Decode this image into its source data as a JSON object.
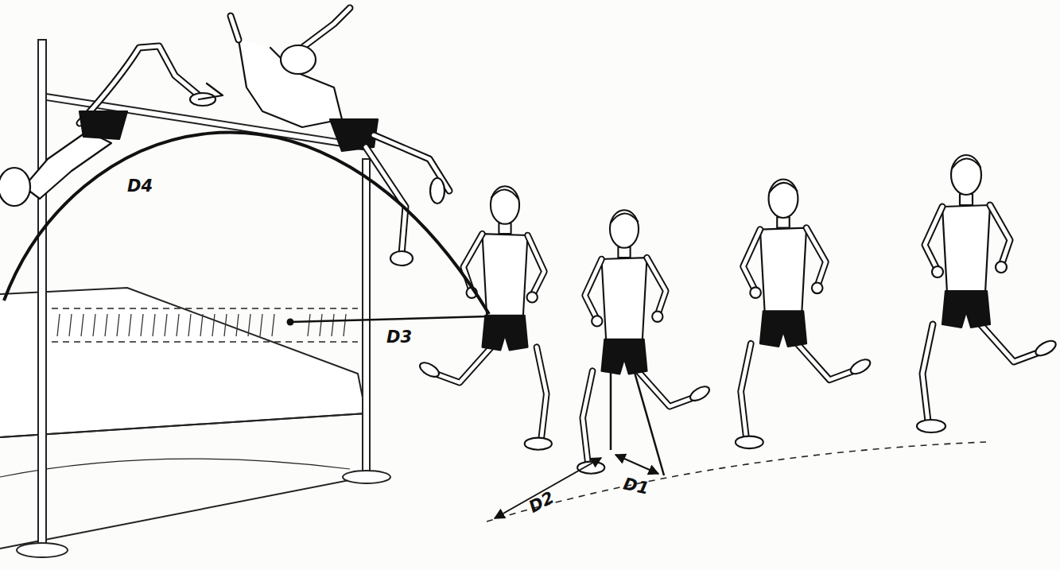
{
  "diagram": {
    "labels": [
      "D4",
      "D3",
      "D2",
      "D1"
    ]
  }
}
